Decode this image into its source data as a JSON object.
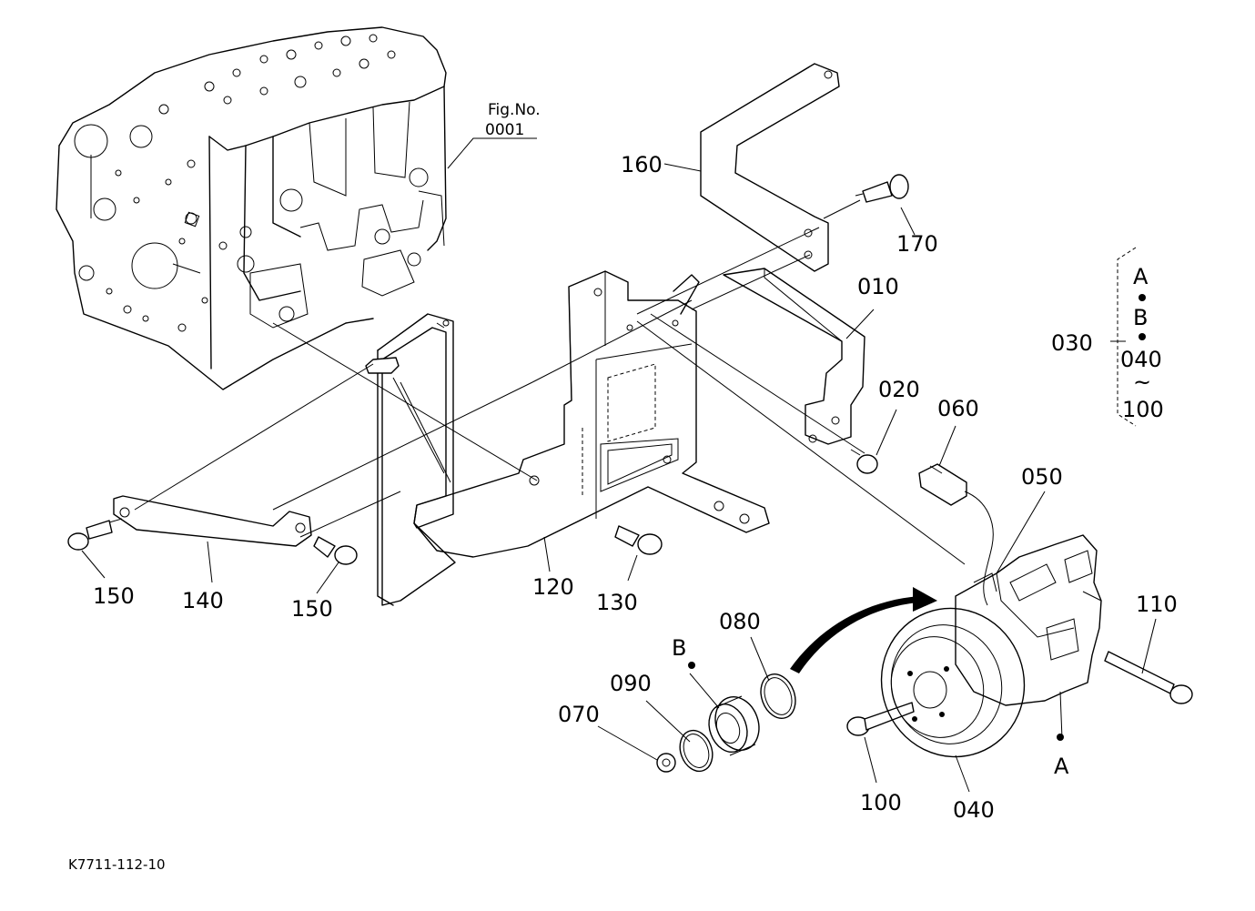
{
  "figure_ref": {
    "line1": "Fig.No.",
    "line2": "0001"
  },
  "catalog_code": "K7711-112-10",
  "callouts": {
    "p010": "010",
    "p020": "020",
    "p030": "030",
    "p040": "040",
    "p050": "050",
    "p060": "060",
    "p070": "070",
    "p080": "080",
    "p090": "090",
    "p100a": "100",
    "p110": "110",
    "p120": "120",
    "p130": "130",
    "p140": "140",
    "p150a": "150",
    "p150b": "150",
    "p160": "160",
    "p170": "170"
  },
  "markers": {
    "a": "A",
    "b": "B"
  },
  "group_030": {
    "line1": "A",
    "line2": "B",
    "line3": "040",
    "tilde": "~",
    "line4": "100"
  }
}
